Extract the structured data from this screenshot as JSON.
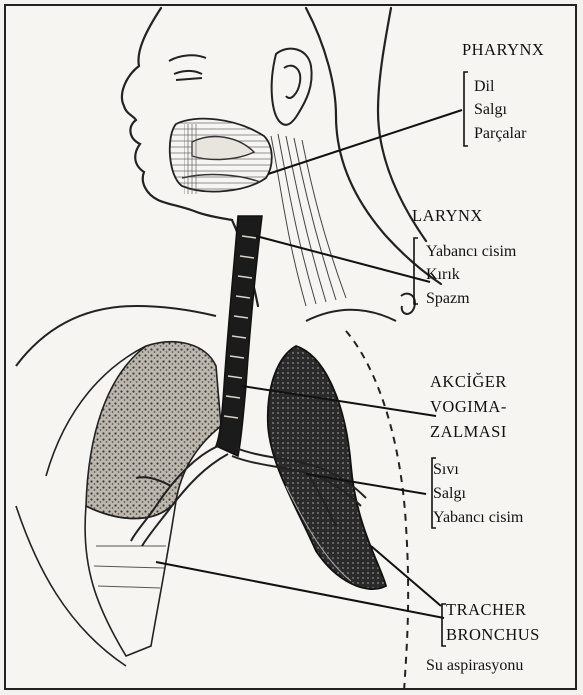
{
  "labels": {
    "pharynx": {
      "title": "PHARYNX",
      "items": [
        "Dil",
        "Salgı",
        "Parçalar"
      ]
    },
    "larynx": {
      "title": "LARYNX",
      "items": [
        "Yabancı cisim",
        "Kırık",
        "Spazm"
      ]
    },
    "lung": {
      "title_lines": [
        "AKCİĞER",
        "VOGIMA-",
        "ZALMASI"
      ],
      "items": [
        "Sıvı",
        "Salgı",
        "Yabancı cisim"
      ]
    },
    "trachea": {
      "title_lines": [
        "TRACHER",
        "BRONCHUS"
      ],
      "note": "Su aspirasyonu"
    }
  }
}
